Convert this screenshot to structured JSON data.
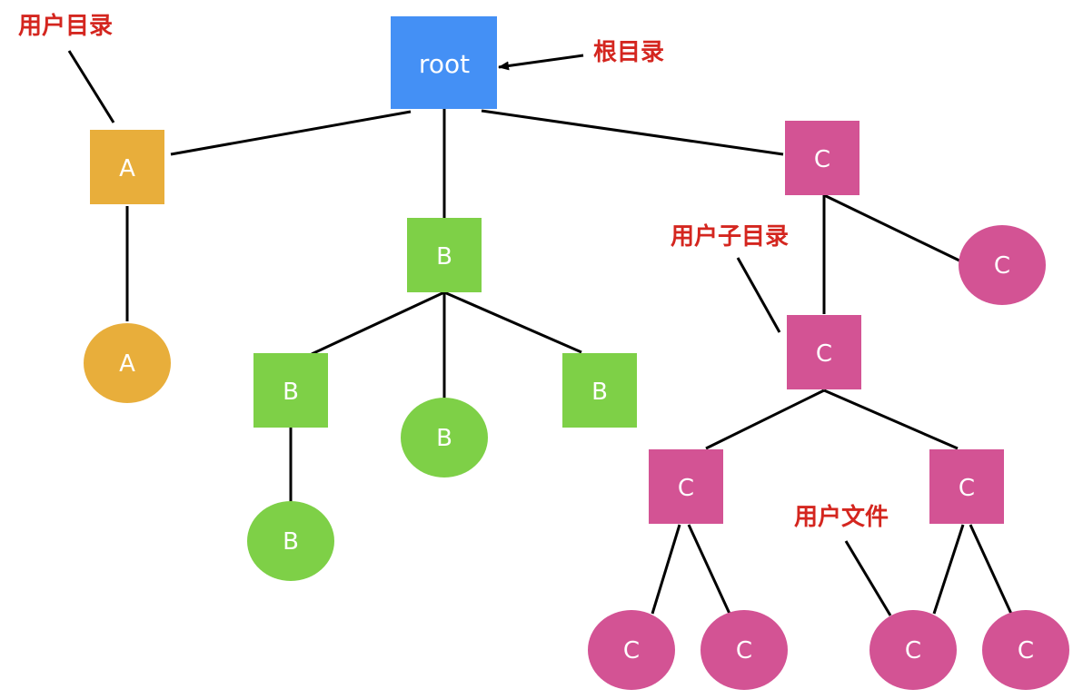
{
  "colors": {
    "root": "#4490F5",
    "a": "#E8AE3B",
    "b": "#7ED047",
    "c": "#D35394",
    "line": "#000000",
    "annotation": "#D4261F"
  },
  "nodes": {
    "root": "root",
    "a_dir": "A",
    "a_file": "A",
    "b_dir": "B",
    "b_dir_left": "B",
    "b_file_mid": "B",
    "b_dir_right": "B",
    "b_file_bottom": "B",
    "c_dir": "C",
    "c_file_top": "C",
    "c_dir_mid": "C",
    "c_dir_left": "C",
    "c_dir_right": "C",
    "c_file_1": "C",
    "c_file_2": "C",
    "c_file_3": "C",
    "c_file_4": "C"
  },
  "annotations": {
    "user_dir": "用户目录",
    "root_dir": "根目录",
    "user_subdir": "用户子目录",
    "user_file": "用户文件"
  }
}
